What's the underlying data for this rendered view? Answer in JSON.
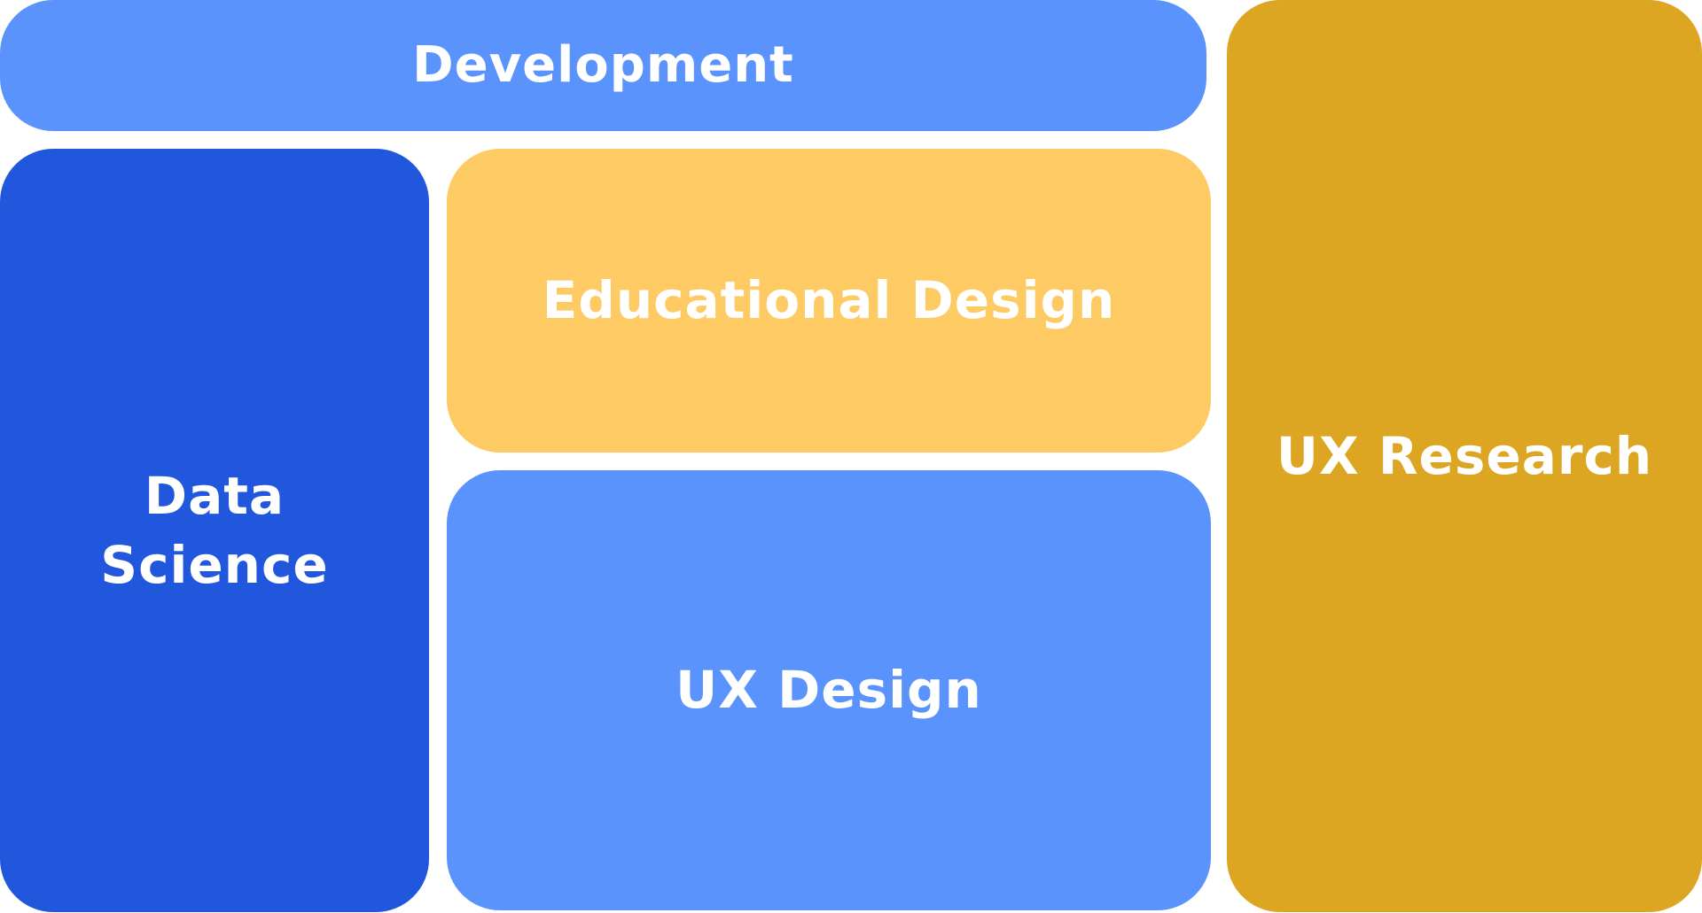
{
  "colors": {
    "light_blue": "#5B93FD",
    "dark_blue": "#2157DC",
    "light_yellow": "#FDCA64",
    "gold": "#DCA522",
    "text": "#FFFFFF"
  },
  "tiles": [
    {
      "id": "development",
      "label": "Development",
      "color": "#5B93FD"
    },
    {
      "id": "data-science",
      "label": "Data Science",
      "color": "#2157DC"
    },
    {
      "id": "educational-design",
      "label": "Educational Design",
      "color": "#FDCA64"
    },
    {
      "id": "ux-design",
      "label": "UX Design",
      "color": "#5B93FD"
    },
    {
      "id": "ux-research",
      "label": "UX Research",
      "color": "#DCA522"
    }
  ]
}
